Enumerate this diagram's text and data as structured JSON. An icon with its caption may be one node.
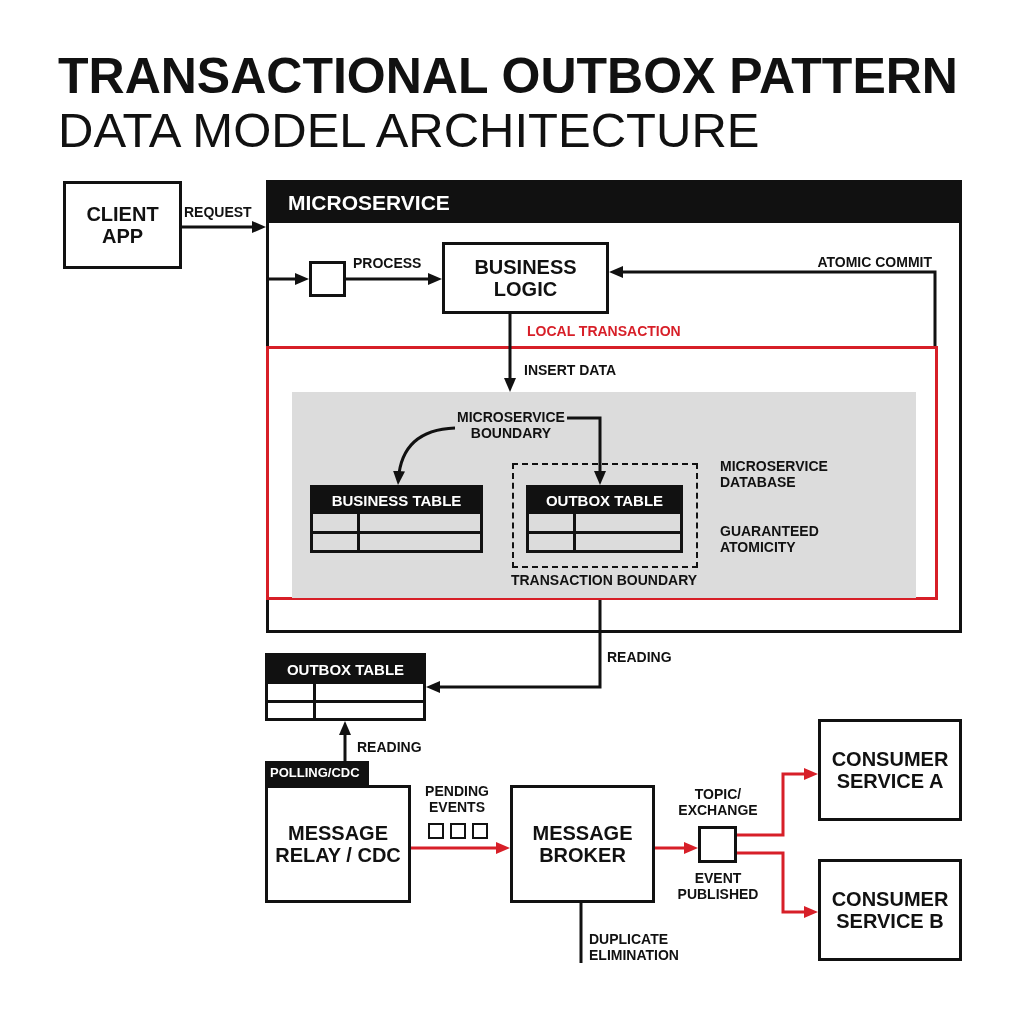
{
  "diagram": {
    "title": "TRANSACTIONAL OUTBOX PATTERN",
    "nodes": [
      {
        "text": [
          "CLIENT APP"
        ]
      },
      {
        "text": [
          "MICROSERVICE"
        ]
      },
      {
        "text": [],
        "shape": "box",
        "in": 1
      },
      {
        "text": [
          "BUSINESS LOGIC"
        ],
        "in": 1
      },
      {
        "text": [
          "LOCAL TRANSACTION"
        ],
        "in": 1
      },
      {
        "text": [
          "MICROSERVICE DATABASE",
          "GUARANTEED ATOMICITY"
        ],
        "in": 4
      },
      {
        "text": [
          "MICROSERVICE BOUNDARY"
        ],
        "in": 5
      },
      {
        "text": [
          "BUSINESS TABLE"
        ],
        "in": 5
      },
      {
        "text": [
          "TRANSACTION BOUNDARY"
        ],
        "in": 5
      },
      {
        "text": [
          "OUTBOX TABLE"
        ],
        "in": 8
      },
      {
        "text": [
          "OUTBOX TABLE"
        ]
      },
      {
        "text": [
          "POLLING/CDC",
          "MESSAGE RELAY / CDC"
        ]
      },
      {
        "text": [
          "MESSAGE BROKER"
        ]
      },
      {
        "text": [
          "TOPIC/ EXCHANGE"
        ],
        "beside": [
          "EVENT PUBLISHED"
        ]
      },
      {
        "text": [
          "CONSUMER SERVICE A"
        ]
      },
      {
        "text": [
          "CONSUMER SERVICE B"
        ]
      }
    ],
    "edges": [
      {
        "from": 0,
        "to": 1,
        "arrow": "to",
        "label": "REQUEST"
      },
      {
        "from": 1,
        "to": 2,
        "arrow": "to"
      },
      {
        "from": 2,
        "to": 3,
        "arrow": "to",
        "label": "PROCESS"
      },
      {
        "from": 3,
        "to": 5,
        "arrow": "to",
        "label": "INSERT DATA"
      },
      {
        "from": 6,
        "to": 7,
        "arrow": "to"
      },
      {
        "from": 6,
        "to": 9,
        "arrow": "to"
      },
      {
        "from": 4,
        "to": 3,
        "arrow": "to",
        "label": "ATOMIC COMMIT"
      },
      {
        "from": 4,
        "to": 10,
        "arrow": "to",
        "label": "READING"
      },
      {
        "from": 11,
        "to": 10,
        "arrow": "to",
        "label": "READING"
      },
      {
        "from": 11,
        "to": 12,
        "arrow": "to",
        "label": "PENDING EVENTS",
        "color": "#d71f28"
      },
      {
        "from": 12,
        "to": 13,
        "arrow": "to",
        "color": "#d71f28"
      },
      {
        "from": 13,
        "to": 14,
        "arrow": "to",
        "color": "#d71f28"
      },
      {
        "from": 13,
        "to": 15,
        "arrow": "to",
        "color": "#d71f28"
      },
      {
        "from": 12,
        "to": null,
        "arrow": "none",
        "label": "DUPLICATE ELIMINATION"
      }
    ],
    "labels": [
      "DATA MODEL ARCHITECTURE"
    ]
  }
}
